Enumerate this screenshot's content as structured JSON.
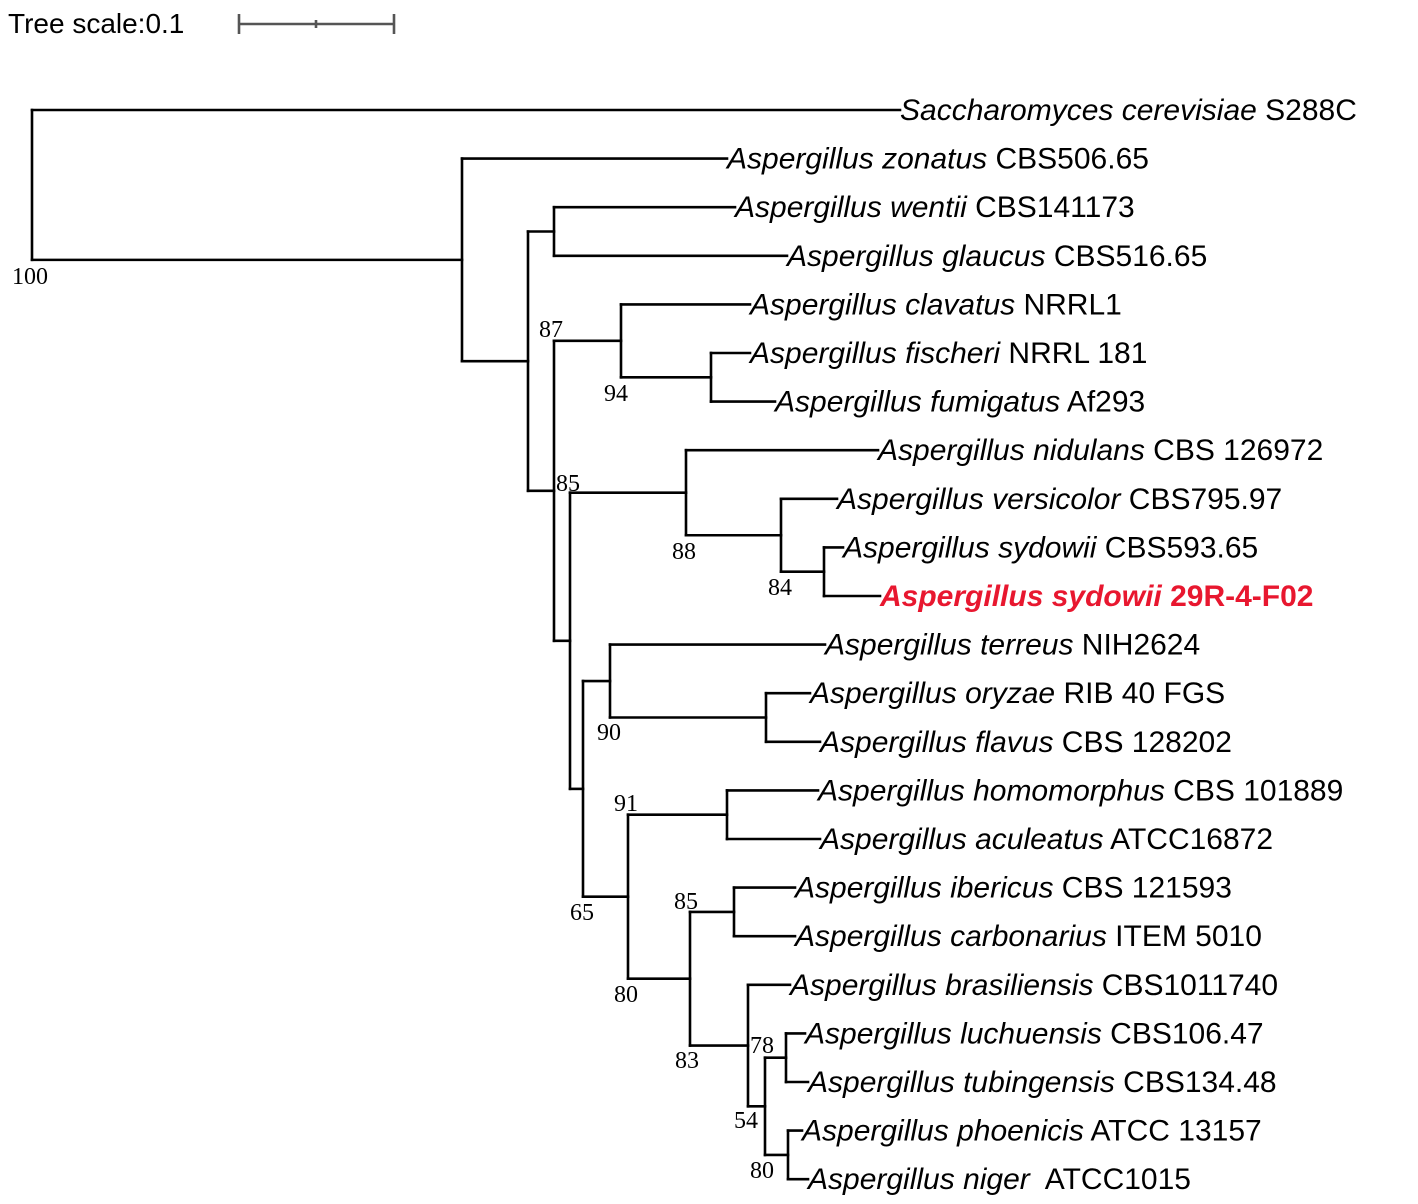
{
  "scale": {
    "label": "Tree scale:0.1"
  },
  "colors": {
    "branch": "#000000",
    "highlight": "#e8172f",
    "text": "#000000",
    "scalebar": "#555555"
  },
  "leaves": [
    {
      "species": "Saccharomyces cerevisiae",
      "strain": " S288C"
    },
    {
      "species": "Aspergillus zonatus",
      "strain": " CBS506.65"
    },
    {
      "species": "Aspergillus wentii",
      "strain": " CBS141173"
    },
    {
      "species": "Aspergillus glaucus",
      "strain": " CBS516.65"
    },
    {
      "species": "Aspergillus clavatus",
      "strain": " NRRL1"
    },
    {
      "species": "Aspergillus fischeri",
      "strain": " NRRL 181"
    },
    {
      "species": "Aspergillus fumigatus",
      "strain": " Af293"
    },
    {
      "species": "Aspergillus nidulans",
      "strain": " CBS 126972"
    },
    {
      "species": "Aspergillus versicolor",
      "strain": " CBS795.97"
    },
    {
      "species": "Aspergillus sydowii",
      "strain": " CBS593.65"
    },
    {
      "species": "Aspergillus sydowii",
      "strain": " 29R-4-F02",
      "highlight": true
    },
    {
      "species": "Aspergillus terreus",
      "strain": " NIH2624"
    },
    {
      "species": "Aspergillus oryzae",
      "strain": " RIB 40 FGS"
    },
    {
      "species": "Aspergillus flavus",
      "strain": " CBS 128202"
    },
    {
      "species": "Aspergillus homomorphus",
      "strain": " CBS 101889"
    },
    {
      "species": "Aspergillus aculeatus",
      "strain": " ATCC16872"
    },
    {
      "species": "Aspergillus ibericus",
      "strain": " CBS 121593"
    },
    {
      "species": "Aspergillus carbonarius",
      "strain": " ITEM 5010"
    },
    {
      "species": "Aspergillus brasiliensis",
      "strain": " CBS1011740"
    },
    {
      "species": "Aspergillus luchuensis",
      "strain": " CBS106.47"
    },
    {
      "species": "Aspergillus tubingensis",
      "strain": " CBS134.48"
    },
    {
      "species": "Aspergillus phoenicis",
      "strain": " ATCC 13157"
    },
    {
      "species": "Aspergillus niger",
      "strain": "  ATCC1015"
    }
  ],
  "support_values": [
    "100",
    "87",
    "94",
    "85",
    "88",
    "84",
    "90",
    "91",
    "65",
    "85",
    "80",
    "83",
    "78",
    "54",
    "80"
  ]
}
